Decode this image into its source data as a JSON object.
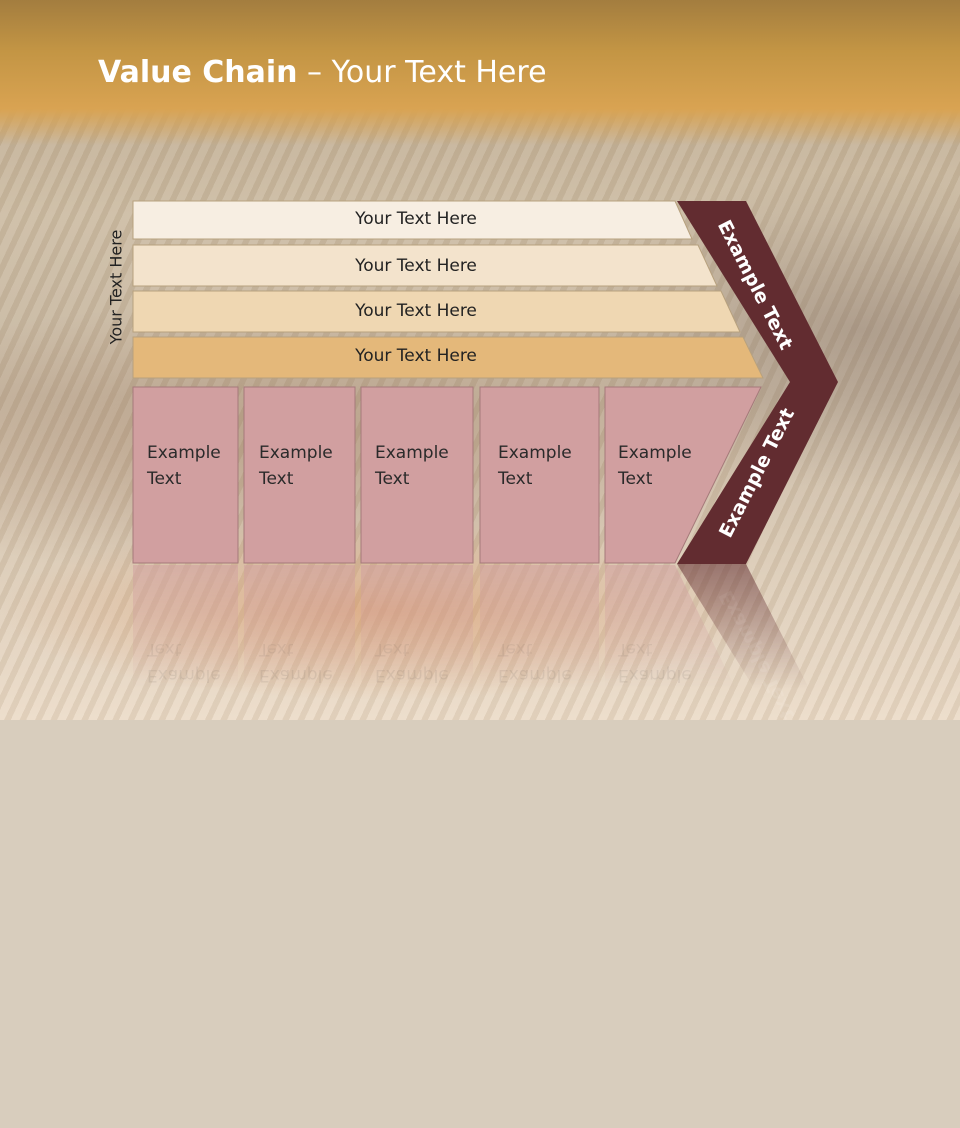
{
  "slide": {
    "title_bold": "Value Chain",
    "title_rest": " – Your Text Here",
    "side_label": "Your Text Here",
    "bars": [
      {
        "label": "Your Text Here",
        "color": "#f7eee2"
      },
      {
        "label": "Your Text Here",
        "color": "#f3e3cc"
      },
      {
        "label": "Your Text Here",
        "color": "#efd7b2"
      },
      {
        "label": "Your Text Here",
        "color": "#e4b87a"
      }
    ],
    "boxes": [
      {
        "line1": "Example",
        "line2": "Text"
      },
      {
        "line1": "Example",
        "line2": "Text"
      },
      {
        "line1": "Example",
        "line2": "Text"
      },
      {
        "line1": "Example",
        "line2": "Text"
      },
      {
        "line1": "Example",
        "line2": "Text"
      }
    ],
    "arrow_top_label": "Example Text",
    "arrow_bottom_label": "Example Text",
    "colors": {
      "box_fill": "#d19fa0",
      "arrow_fill": "#622c30",
      "title_band": "#d9a352"
    }
  }
}
